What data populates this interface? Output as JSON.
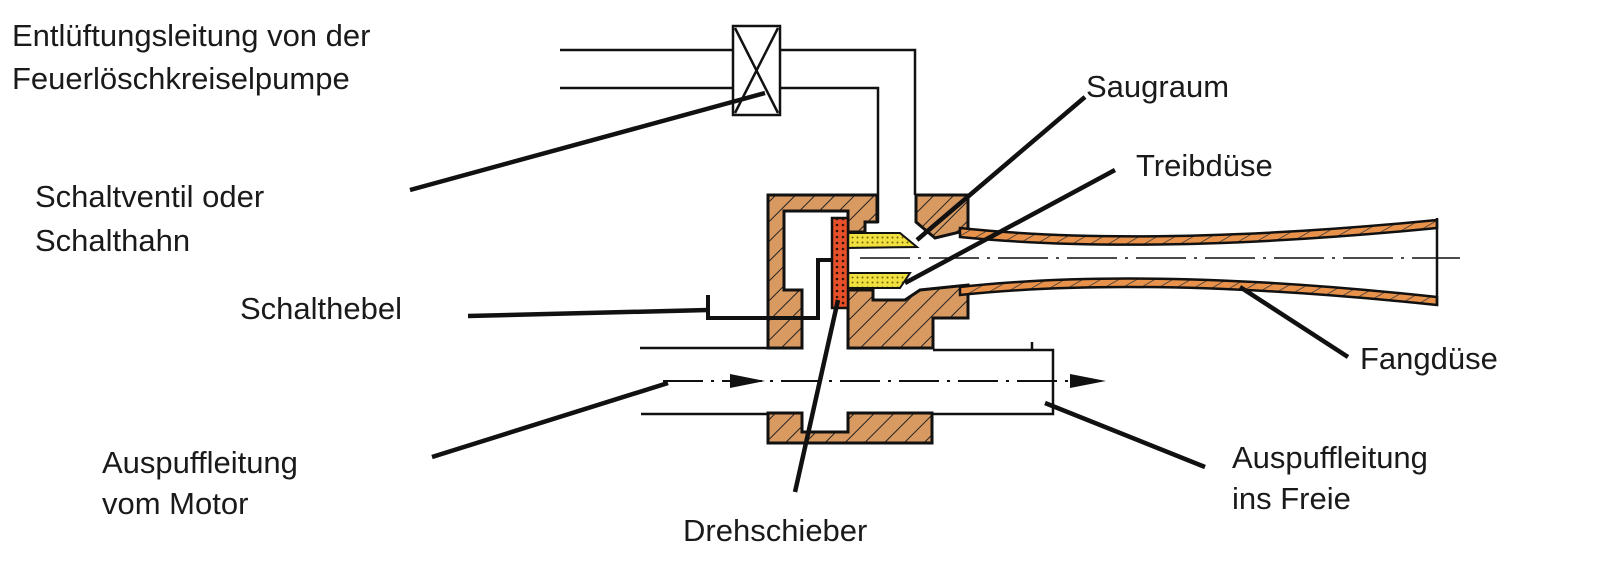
{
  "diagram": {
    "labels": {
      "vent_line_1": "Entlüftungsleitung von der",
      "vent_line_2": "Feuerlöschkreiselpumpe",
      "valve_1": "Schaltventil oder",
      "valve_2": "Schalthahn",
      "lever": "Schalthebel",
      "suction": "Saugraum",
      "nozzle": "Treibdüse",
      "catch_nozzle": "Fangdüse",
      "exhaust_in_1": "Auspuffleitung",
      "exhaust_in_2": "vom Motor",
      "exhaust_out_1": "Auspuffleitung",
      "exhaust_out_2": "ins Freie",
      "rotary_slide": "Drehschieber"
    },
    "colors": {
      "housing": "#d99a62",
      "catch_nozzle": "#e8914a",
      "drive_nozzle": "#f0e040",
      "rotary_slide": "#e8502a",
      "line": "#111111"
    }
  }
}
